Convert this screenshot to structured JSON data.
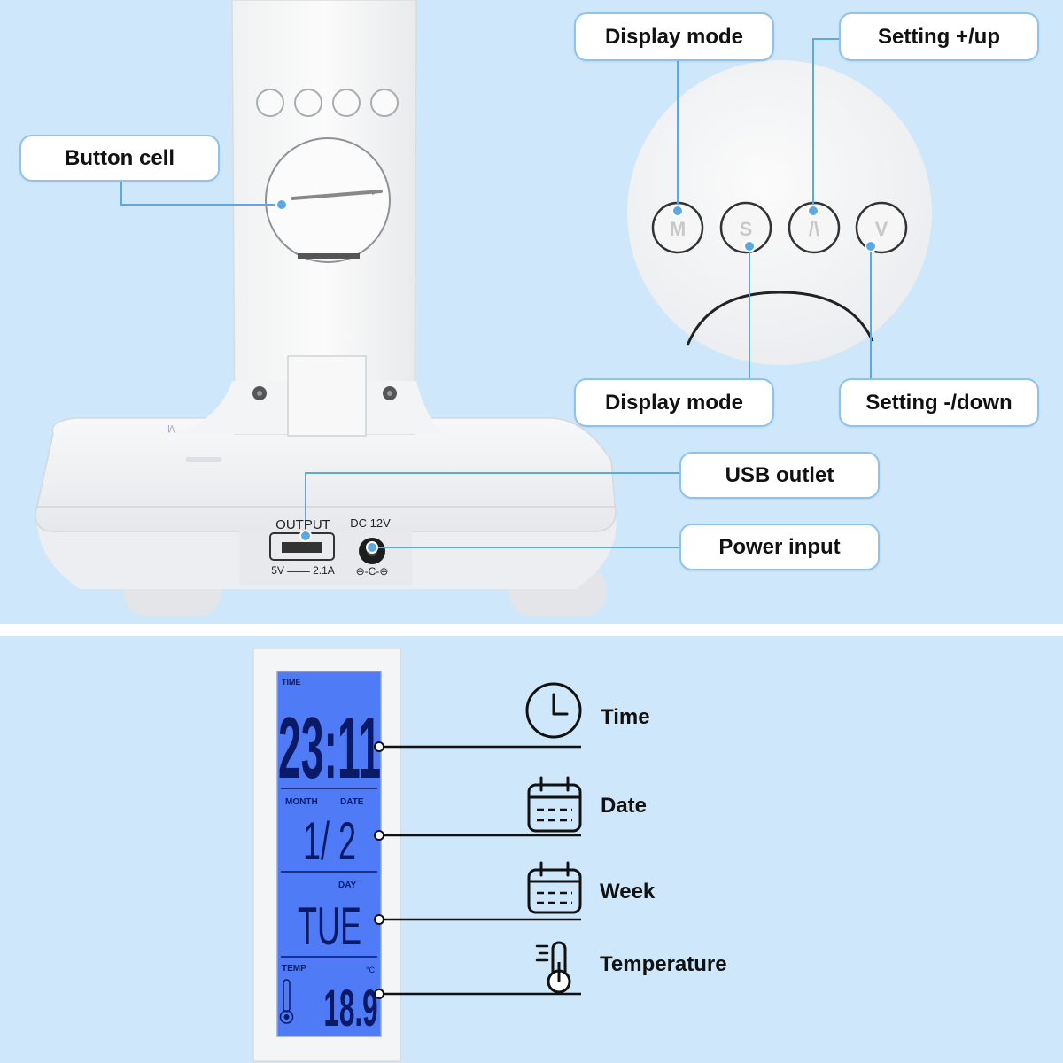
{
  "top_panel": {
    "callouts": {
      "button_cell": "Button cell",
      "display_mode_m": "Display mode",
      "setting_up": "Setting +/up",
      "display_mode_s": "Display mode",
      "setting_down": "Setting -/down",
      "usb_outlet": "USB outlet",
      "power_input": "Power input"
    },
    "ports": {
      "output_label": "OUTPUT",
      "usb_rating": "5V ═══ 2.1A",
      "dc_label": "DC 12V",
      "polarity": "⊖-C-⊕"
    },
    "buttons": [
      "M",
      "S",
      "/\\",
      "V"
    ]
  },
  "lcd": {
    "time_caption": "TIME",
    "time_value": "23:11",
    "month_caption": "MONTH",
    "date_caption": "DATE",
    "date_value": "1/ 2",
    "day_caption": "DAY",
    "day_value": "TUE",
    "temp_caption": "TEMP",
    "temp_value": "18.9",
    "temp_unit": "°C"
  },
  "features": [
    {
      "icon": "clock-icon",
      "label": "Time"
    },
    {
      "icon": "calendar-icon",
      "label": "Date"
    },
    {
      "icon": "calendar-icon",
      "label": "Week"
    },
    {
      "icon": "thermometer-icon",
      "label": "Temperature"
    }
  ],
  "colors": {
    "background": "#cfe7fb",
    "callout_border": "#8ec3ec",
    "leader_line": "#5ba8e6",
    "lcd_blue": "#4f7cf6",
    "lcd_digit": "#0b1a66"
  }
}
